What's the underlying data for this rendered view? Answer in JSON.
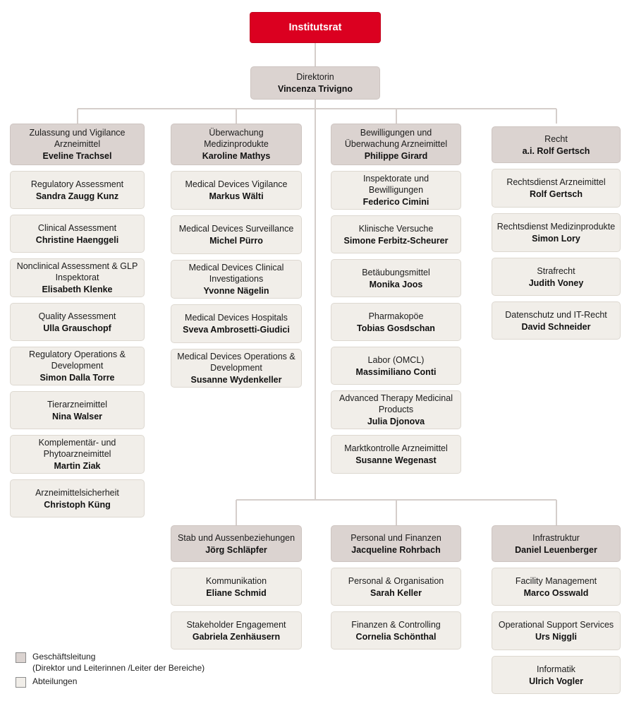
{
  "chart": {
    "title": "Organigramm",
    "colors": {
      "root": "#db0020",
      "management": "#dbd3d0",
      "department": "#f1eee9",
      "connector": "#d5cecb"
    }
  },
  "root": {
    "unit": "Institutsrat",
    "person": ""
  },
  "director": {
    "unit": "Direktorin",
    "person": "Vincenza Trivigno"
  },
  "divisions": [
    {
      "head": {
        "unit": "Zulassung und Vigilance Arzneimittel",
        "person": "Eveline Trachsel"
      },
      "departments": [
        {
          "unit": "Regulatory Assessment",
          "person": "Sandra Zaugg Kunz"
        },
        {
          "unit": "Clinical Assessment",
          "person": "Christine Haenggeli"
        },
        {
          "unit": "Nonclinical Assessment & GLP Inspektorat",
          "person": "Elisabeth Klenke"
        },
        {
          "unit": "Quality Assessment",
          "person": "Ulla Grauschopf"
        },
        {
          "unit": "Regulatory Operations & Development",
          "person": "Simon Dalla Torre"
        },
        {
          "unit": "Tierarzneimittel",
          "person": "Nina Walser"
        },
        {
          "unit": "Komplementär- und Phytoarzneimittel",
          "person": "Martin Ziak"
        },
        {
          "unit": "Arzneimittelsicherheit",
          "person": "Christoph Küng"
        }
      ]
    },
    {
      "head": {
        "unit": "Überwachung Medizinprodukte",
        "person": "Karoline Mathys"
      },
      "departments": [
        {
          "unit": "Medical Devices Vigilance",
          "person": "Markus Wälti"
        },
        {
          "unit": "Medical Devices Surveillance",
          "person": "Michel Pürro"
        },
        {
          "unit": "Medical Devices Clinical Investigations",
          "person": "Yvonne Nägelin"
        },
        {
          "unit": "Medical Devices Hospitals",
          "person": "Sveva Ambrosetti-Giudici"
        },
        {
          "unit": "Medical Devices Operations & Development",
          "person": "Susanne Wydenkeller"
        }
      ]
    },
    {
      "head": {
        "unit": "Bewilligungen und Überwachung Arzneimittel",
        "person": "Philippe Girard"
      },
      "departments": [
        {
          "unit": "Inspektorate und Bewilligungen",
          "person": "Federico Cimini"
        },
        {
          "unit": "Klinische Versuche",
          "person": "Simone Ferbitz-Scheurer"
        },
        {
          "unit": "Betäubungsmittel",
          "person": "Monika Joos"
        },
        {
          "unit": "Pharmakopöe",
          "person": "Tobias Gosdschan"
        },
        {
          "unit": "Labor (OMCL)",
          "person": "Massimiliano Conti"
        },
        {
          "unit": "Advanced Therapy Medicinal Products",
          "person": "Julia Djonova"
        },
        {
          "unit": "Marktkontrolle Arzneimittel",
          "person": "Susanne Wegenast"
        }
      ]
    },
    {
      "head": {
        "unit": "Recht",
        "person": "a.i. Rolf Gertsch"
      },
      "departments": [
        {
          "unit": "Rechtsdienst Arzneimittel",
          "person": "Rolf Gertsch"
        },
        {
          "unit": "Rechtsdienst Medizinprodukte",
          "person": "Simon Lory"
        },
        {
          "unit": "Strafrecht",
          "person": "Judith Voney"
        },
        {
          "unit": "Datenschutz und IT-Recht",
          "person": "David Schneider"
        }
      ]
    }
  ],
  "support_divisions": [
    {
      "head": {
        "unit": "Stab und Aussenbeziehungen",
        "person": "Jörg Schläpfer"
      },
      "departments": [
        {
          "unit": "Kommunikation",
          "person": "Eliane Schmid"
        },
        {
          "unit": "Stakeholder Engagement",
          "person": "Gabriela Zenhäusern"
        }
      ]
    },
    {
      "head": {
        "unit": "Personal und Finanzen",
        "person": "Jacqueline Rohrbach"
      },
      "departments": [
        {
          "unit": "Personal & Organisation",
          "person": "Sarah Keller"
        },
        {
          "unit": "Finanzen & Controlling",
          "person": "Cornelia Schönthal"
        }
      ]
    },
    {
      "head": {
        "unit": "Infrastruktur",
        "person": "Daniel Leuenberger"
      },
      "departments": [
        {
          "unit": "Facility Management",
          "person": "Marco Osswald"
        },
        {
          "unit": "Operational Support Services",
          "person": "Urs Niggli"
        },
        {
          "unit": "Informatik",
          "person": "Ulrich Vogler"
        }
      ]
    }
  ],
  "legend": {
    "management_line1": "Geschäftsleitung",
    "management_line2": "(Direktor und Leiterinnen /Leiter der Bereiche)",
    "department_label": "Abteilungen"
  }
}
